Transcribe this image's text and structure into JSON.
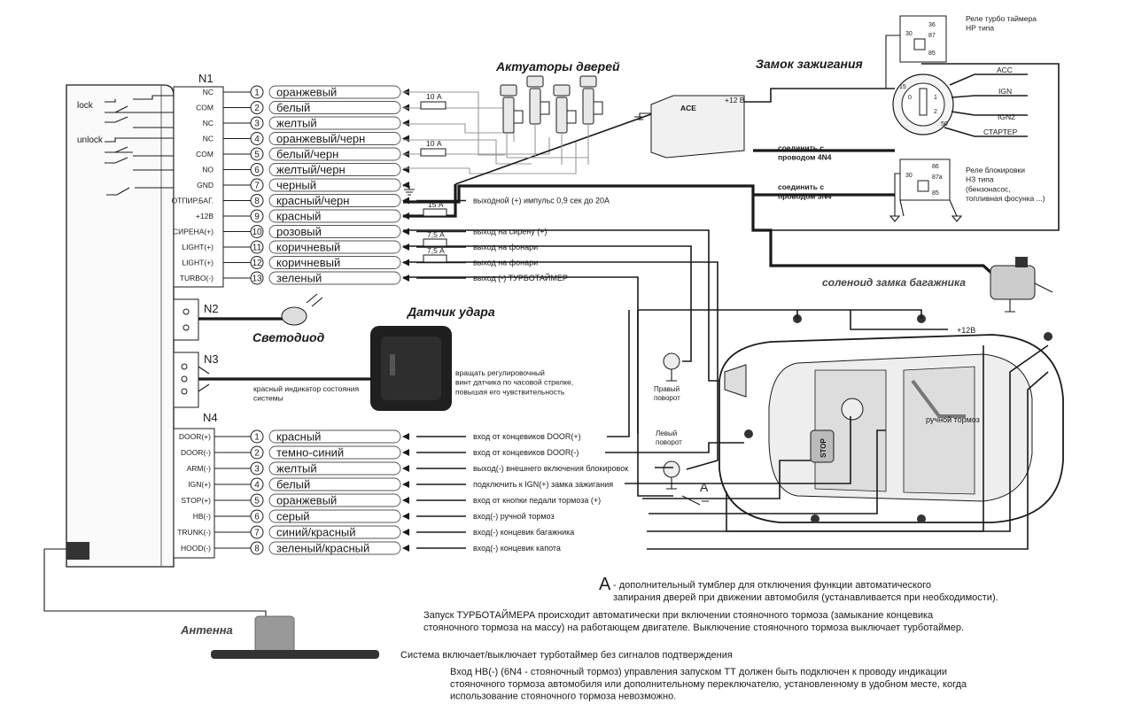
{
  "titles": {
    "door_actuators": "Актуаторы дверей",
    "ignition_lock": "Замок зажигания",
    "shock_sensor": "Датчик удара",
    "led": "Светодиод",
    "antenna": "Антенна",
    "trunk_solenoid": "соленоид замка багажника"
  },
  "connectors": {
    "n1": "N1",
    "n2": "N2",
    "n3": "N3",
    "n4": "N4"
  },
  "lock_labels": {
    "lock": "lock",
    "unlock": "unlock"
  },
  "n1": [
    {
      "num": "1",
      "pin": "NC",
      "wire": "оранжевый",
      "desc": ""
    },
    {
      "num": "2",
      "pin": "COM",
      "wire": "белый",
      "desc": ""
    },
    {
      "num": "3",
      "pin": "NC",
      "wire": "желтый",
      "desc": ""
    },
    {
      "num": "4",
      "pin": "NC",
      "wire": "оранжевый/черн",
      "desc": ""
    },
    {
      "num": "5",
      "pin": "COM",
      "wire": "белый/черн",
      "desc": ""
    },
    {
      "num": "6",
      "pin": "NO",
      "wire": "желтый/черн",
      "desc": ""
    },
    {
      "num": "7",
      "pin": "GND",
      "wire": "черный",
      "desc": ""
    },
    {
      "num": "8",
      "pin": "ОТПИР.БАГ.",
      "wire": "красный/черн",
      "desc": "выходной (+) импульс 0,9 сек до 20А"
    },
    {
      "num": "9",
      "pin": "+12В",
      "wire": "красный",
      "desc": ""
    },
    {
      "num": "10",
      "pin": "СИРЕНА(+)",
      "wire": "розовый",
      "desc": "выход на сирену (+)"
    },
    {
      "num": "11",
      "pin": "LIGHT(+)",
      "wire": "коричневый",
      "desc": "выход на фонари"
    },
    {
      "num": "12",
      "pin": "LIGHT(+)",
      "wire": "коричневый",
      "desc": "выход на фонари"
    },
    {
      "num": "13",
      "pin": "TURBO(-)",
      "wire": "зеленый",
      "desc": "выход (-) ТУРБОТАЙМЕР"
    }
  ],
  "n4": [
    {
      "num": "1",
      "pin": "DOOR(+)",
      "wire": "красный",
      "desc": "вход от концевиков DOOR(+)"
    },
    {
      "num": "2",
      "pin": "DOOR(-)",
      "wire": "темно-синий",
      "desc": "вход от концевиков DOOR(-)"
    },
    {
      "num": "3",
      "pin": "ARM(-)",
      "wire": "желтый",
      "desc": "выход(-) внешнего включения блокировок"
    },
    {
      "num": "4",
      "pin": "IGN(+)",
      "wire": "белый",
      "desc": "подключить к IGN(+) замка зажигания"
    },
    {
      "num": "5",
      "pin": "STOP(+)",
      "wire": "оранжевый",
      "desc": "вход от кнопки педали тормоза (+)"
    },
    {
      "num": "6",
      "pin": "HB(-)",
      "wire": "серый",
      "desc": "вход(-) ручной тормоз"
    },
    {
      "num": "7",
      "pin": "TRUNK(-)",
      "wire": "синий/красный",
      "desc": "вход(-) концевик багажника"
    },
    {
      "num": "8",
      "pin": "HOOD(-)",
      "wire": "зеленый/красный",
      "desc": "вход(-) концевик капота"
    }
  ],
  "fuses": {
    "f1": "10 А",
    "f2": "10 А",
    "f3": "15 А",
    "f4": "7,5 А",
    "f5": "7,5 А"
  },
  "battery": {
    "plus": "+12 В",
    "brand": "ACE"
  },
  "relay_tt": {
    "title": "Реле турбо таймера\nНР типа",
    "p30": "30",
    "p36": "36",
    "p87": "87",
    "p85": "85"
  },
  "ign_lock": {
    "acc": "ACC",
    "ign": "IGN",
    "ign2": "IGN2",
    "starter": "СТАРТЕР",
    "k15": "15",
    "k0": "0",
    "k1": "1",
    "k2": "2",
    "k50": "50"
  },
  "relay_block": {
    "title": "Реле блокировки\nНЗ типа\n(бензонасос,\nтопливная фосунка ...)",
    "p30": "30",
    "p86": "86",
    "p87a": "87a",
    "p85": "85"
  },
  "connect_4n4": "соединить с\nпроводом 4N4",
  "connect_3n4": "соединить с\nпроводом 3N4",
  "n3_label": "красный индикатор состояния\nсистемы",
  "sensor_note": "вращать регулировочный\nвинт датчика по часовой стрелке,\nповышая его чувствительность",
  "car": {
    "plus12": "+12В",
    "handbrake": "ручной тормоз",
    "stop": "STOP",
    "right_turn": "Правый\nповорот",
    "left_turn": "Левый\nповорот",
    "switch_a": "А"
  },
  "notes": {
    "a_letter": "А",
    "a_text": "- дополнительный тумблер для отключения функции автоматического\nзапирания дверей при движении автомобиля (устанавливается при необходимости).",
    "turbo": "Запуск ТУРБОТАЙМЕРА происходит автоматически при включении стояночного тормоза (замыкание концевика\nстояночного тормоза на массу) на работающем двигателе. Выключение стояночного тормоза выключает турботаймер.",
    "system": "Система включает/выключает турботаймер без сигналов подтверждения",
    "hb_input": "Вход HB(-) (6N4 - стояночный тормоз)  управления запуском ТТ должен быть подключен к проводу индикации\nстояночного тормоза автомобиля или дополнительному переключателю, установленному в удобном месте, когда\nиспользование стояночного тормоза невозможно."
  }
}
